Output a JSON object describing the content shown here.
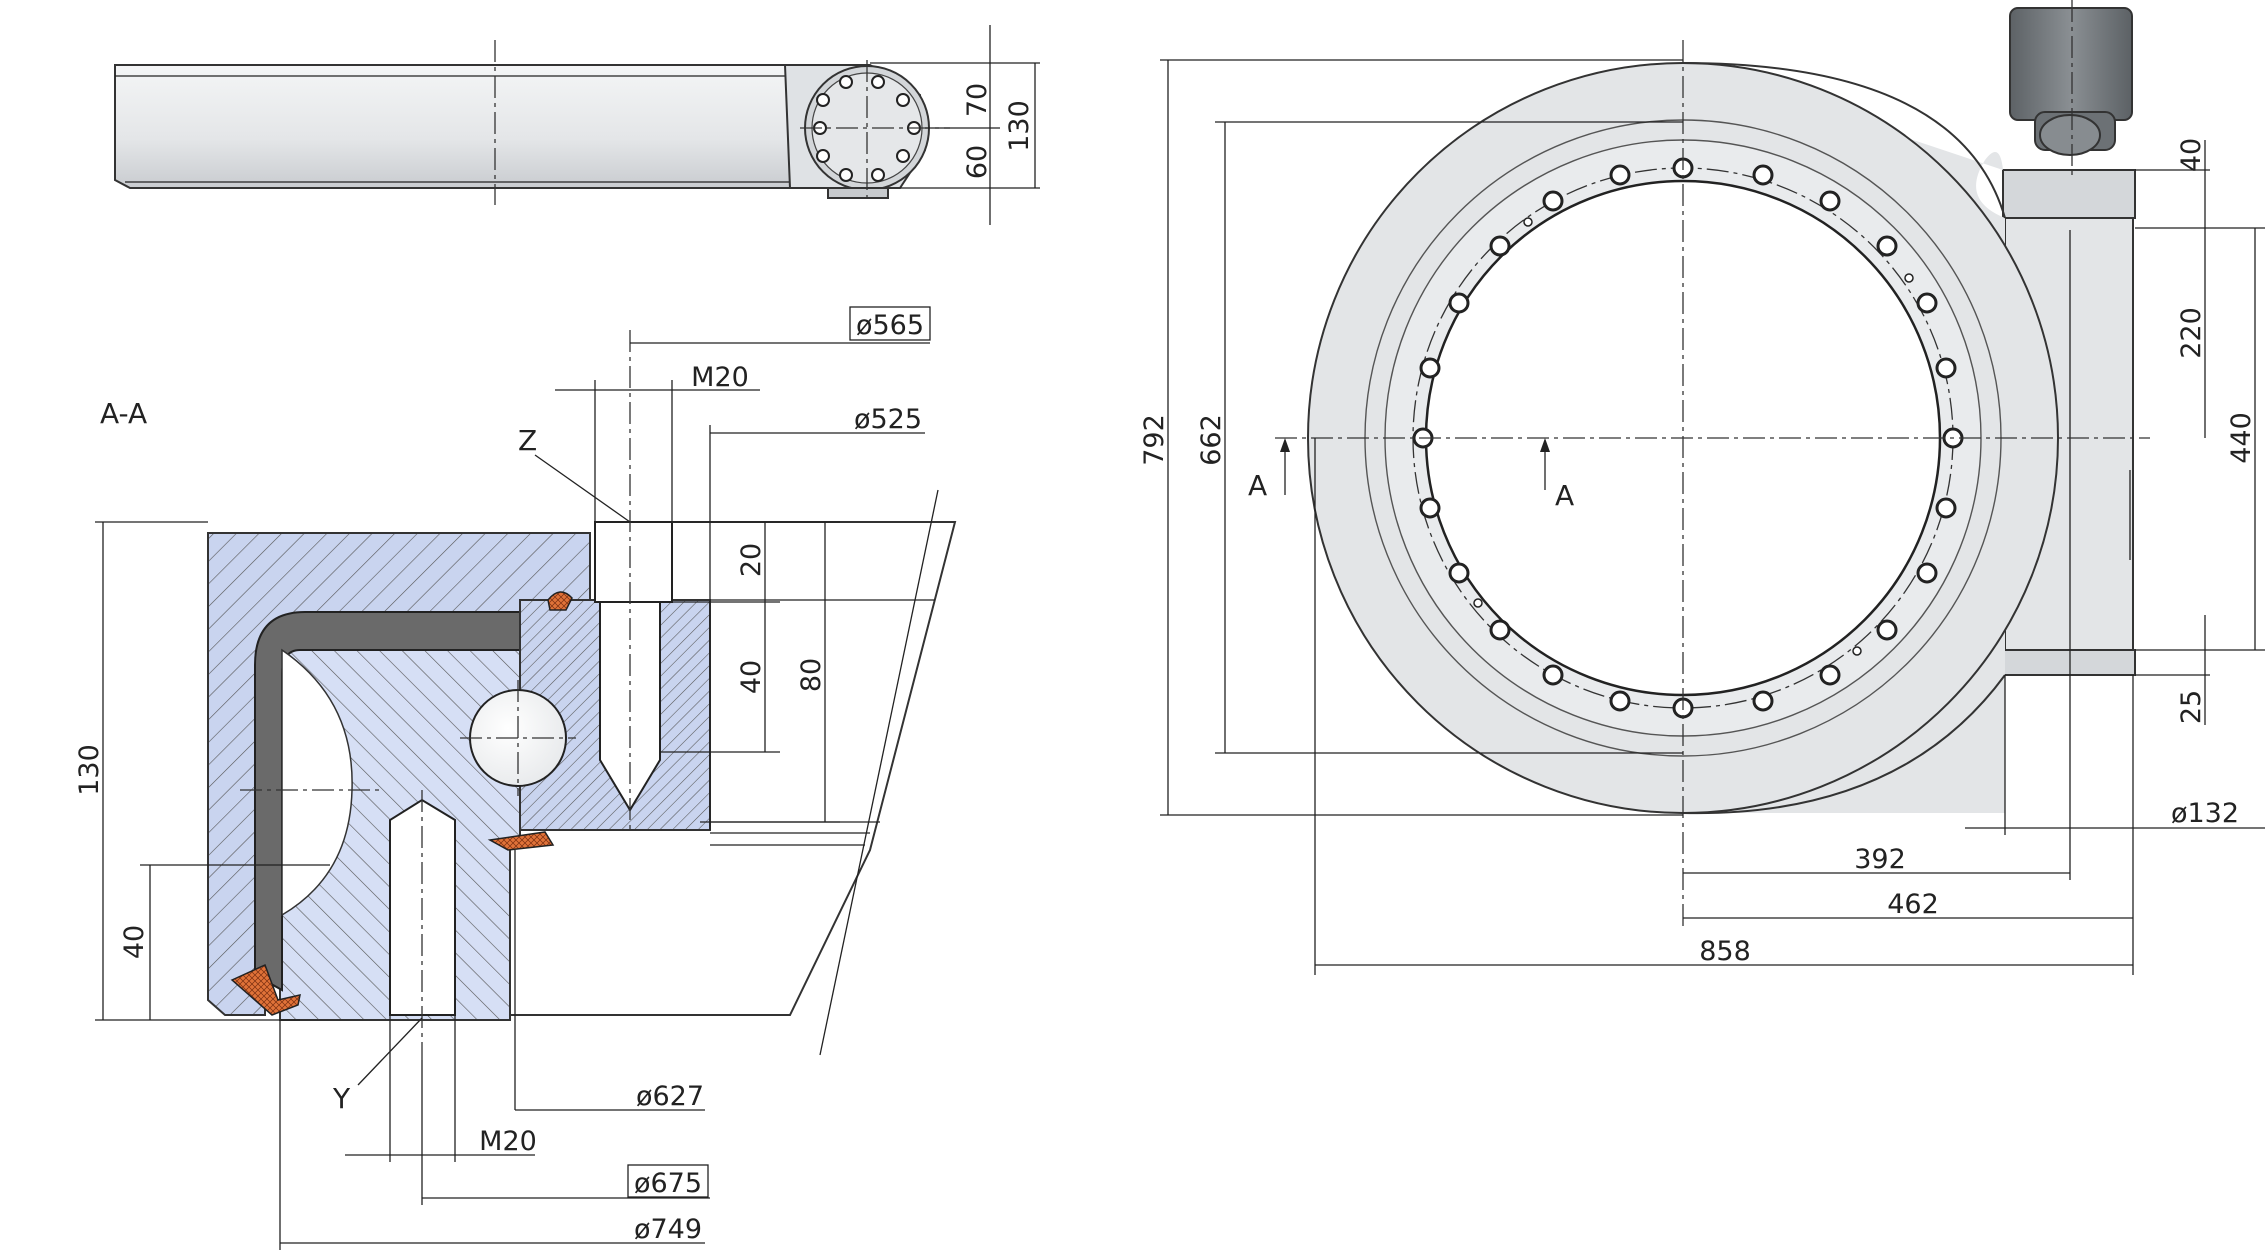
{
  "section_label": "A-A",
  "section_marks": {
    "left": "A",
    "right": "A"
  },
  "detail_labels": {
    "z": "Z",
    "y": "Y"
  },
  "side_view_dims": {
    "upper": "70",
    "lower": "60",
    "total": "130"
  },
  "section_dims": {
    "d565": "ø565",
    "m20_top": "M20",
    "d525": "ø525",
    "h20": "20",
    "h40_mid": "40",
    "h80": "80",
    "h130": "130",
    "h40_low": "40",
    "d627": "ø627",
    "m20_bottom": "M20",
    "d675": "ø675",
    "d749": "ø749"
  },
  "plan_dims": {
    "d792": "792",
    "d662": "662",
    "d40": "40",
    "d220": "220",
    "d440": "440",
    "d25": "25",
    "d132": "ø132",
    "d392": "392",
    "d462": "462",
    "d858": "858"
  },
  "colors": {
    "housing_blue": "#c9d4ef",
    "inner_ring_blue": "#d6dff5",
    "body_grey": "#e3e5e7",
    "motor_grey": "#6f7478",
    "seal_orange": "#e0703a",
    "seal_dark": "#5f5f5f"
  }
}
